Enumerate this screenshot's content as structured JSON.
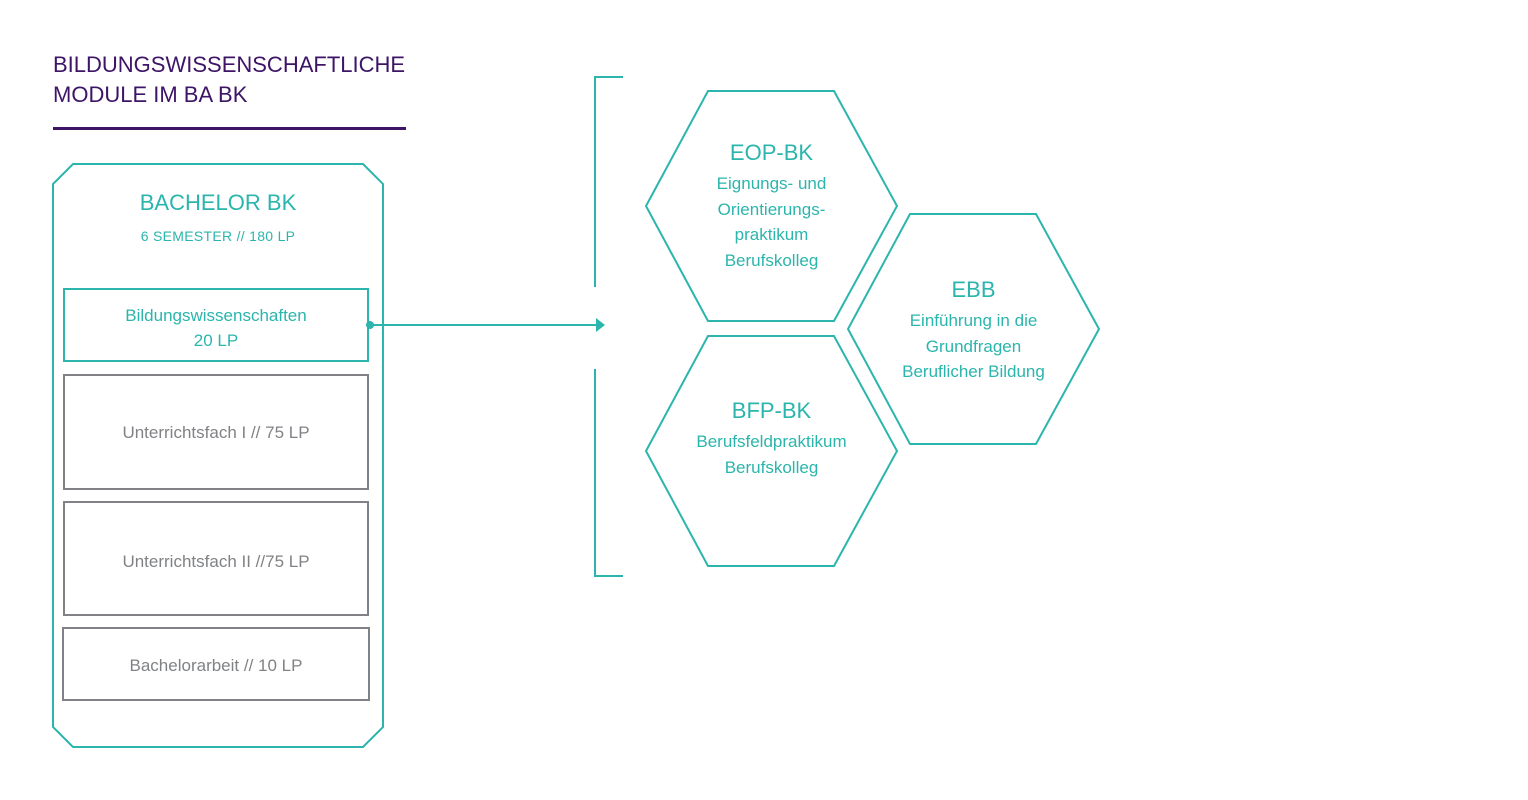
{
  "header": {
    "title_line1": "BILDUNGSWISSENSCHAFTLICHE",
    "title_line2": "MODULE IM BA BK"
  },
  "colors": {
    "accent": "#2bb5ac",
    "title": "#3d1466",
    "neutral": "#808285"
  },
  "program": {
    "title": "BACHELOR BK",
    "subtitle": "6 SEMESTER // 180 LP",
    "components": [
      {
        "line1": "Bildungswissenschaften",
        "line2": "20 LP",
        "highlighted": true
      },
      {
        "line1": "Unterrichtsfach I // 75 LP",
        "highlighted": false
      },
      {
        "line1": "Unterrichtsfach II //75 LP",
        "highlighted": false
      },
      {
        "line1": "Bachelorarbeit // 10 LP",
        "highlighted": false
      }
    ]
  },
  "modules": [
    {
      "code": "EOP-BK",
      "lines": [
        "Eignungs- und",
        "Orientierungs-",
        "praktikum",
        "Berufskolleg"
      ]
    },
    {
      "code": "EBB",
      "lines": [
        "Einführung in die",
        "Grundfragen",
        "Beruflicher Bildung"
      ]
    },
    {
      "code": "BFP-BK",
      "lines": [
        "Berufsfeldpraktikum",
        "Berufskolleg"
      ]
    }
  ]
}
